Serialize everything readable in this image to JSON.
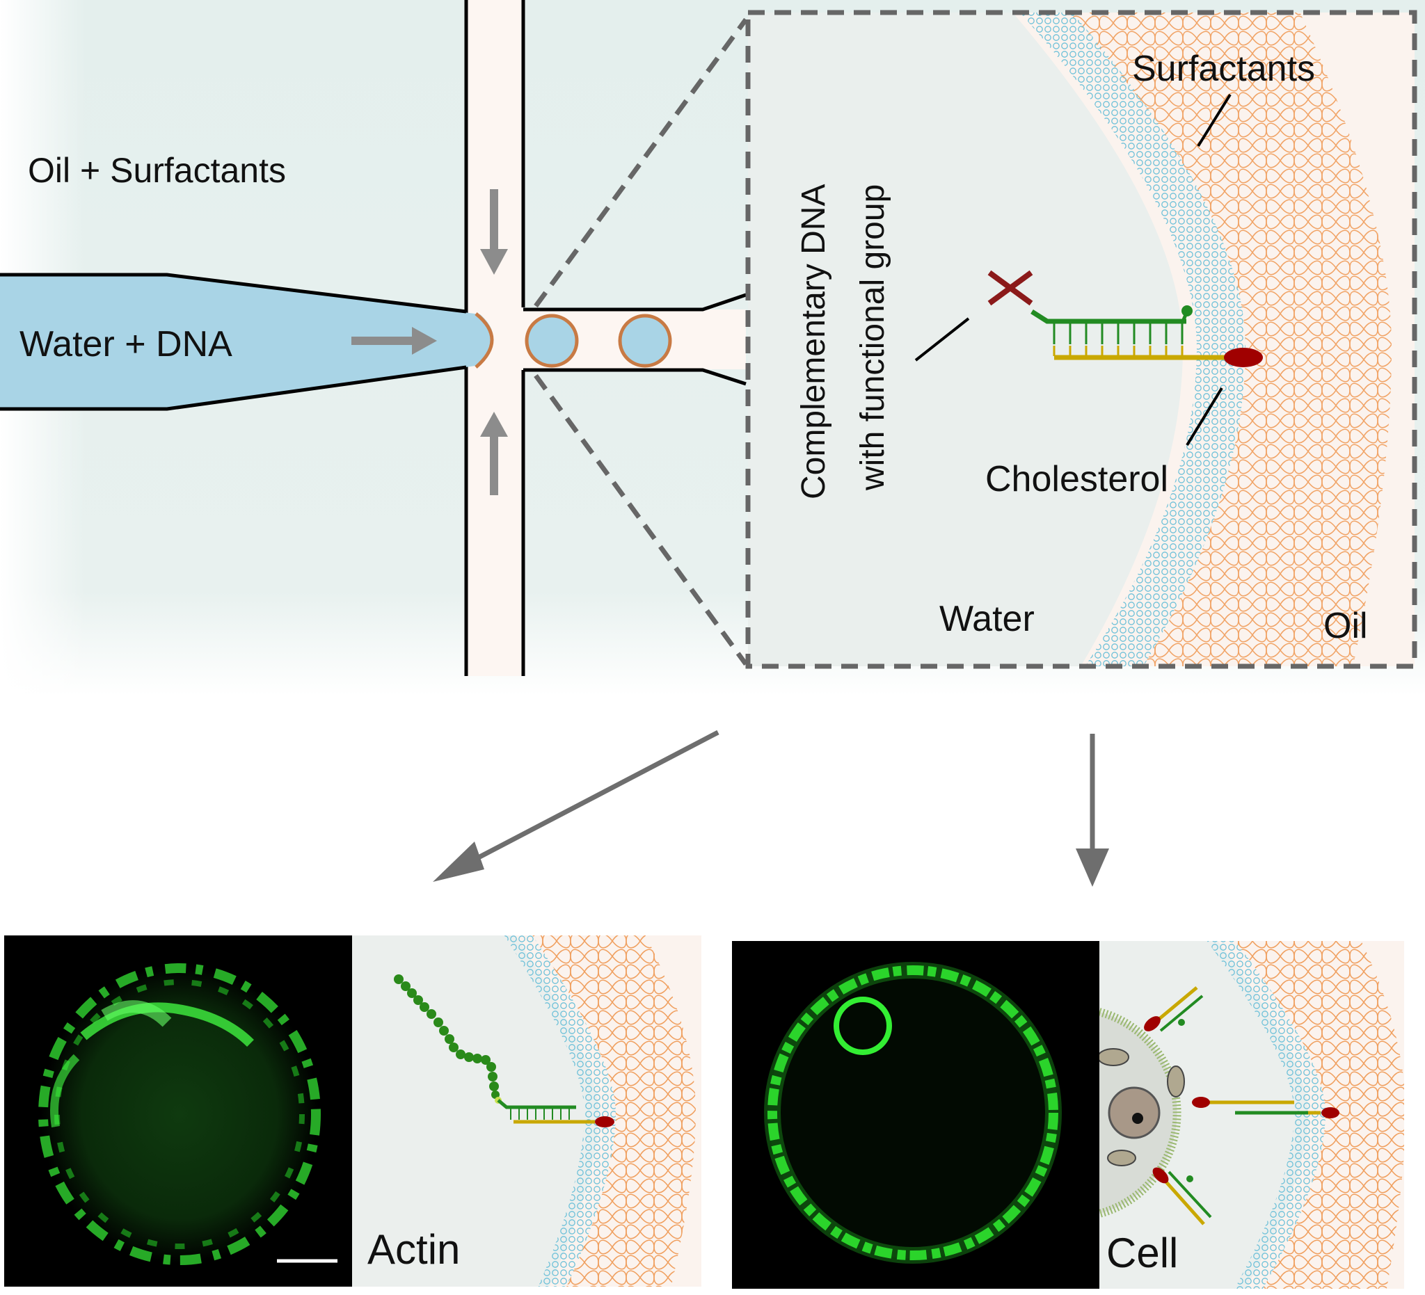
{
  "top_panel": {
    "oil_label": "Oil + Surfactants",
    "water_label": "Water + DNA"
  },
  "zoom_box": {
    "complementary_line1": "Complementary DNA",
    "complementary_line2": "with functional group",
    "surfactants_label": "Surfactants",
    "cholesterol_label": "Cholesterol",
    "water_label": "Water",
    "oil_label": "Oil"
  },
  "bottom_left": {
    "label": "Actin"
  },
  "bottom_right": {
    "label": "Cell"
  },
  "colors": {
    "oil_bg": "#e4efed",
    "channel": "#fdf6f2",
    "water_blue": "#a9d4e6",
    "droplet_ring": "#c87a44",
    "dna_green": "#228b22",
    "dna_yellow": "#c9a800",
    "cholesterol_red": "#a00000",
    "x_mark": "#8b1a1a",
    "surfactant_orange": "#f0a060",
    "surfactant_blue": "#6cc0d8",
    "fluorescence": "#33ff33",
    "arrow_grey": "#6e6e6e"
  }
}
